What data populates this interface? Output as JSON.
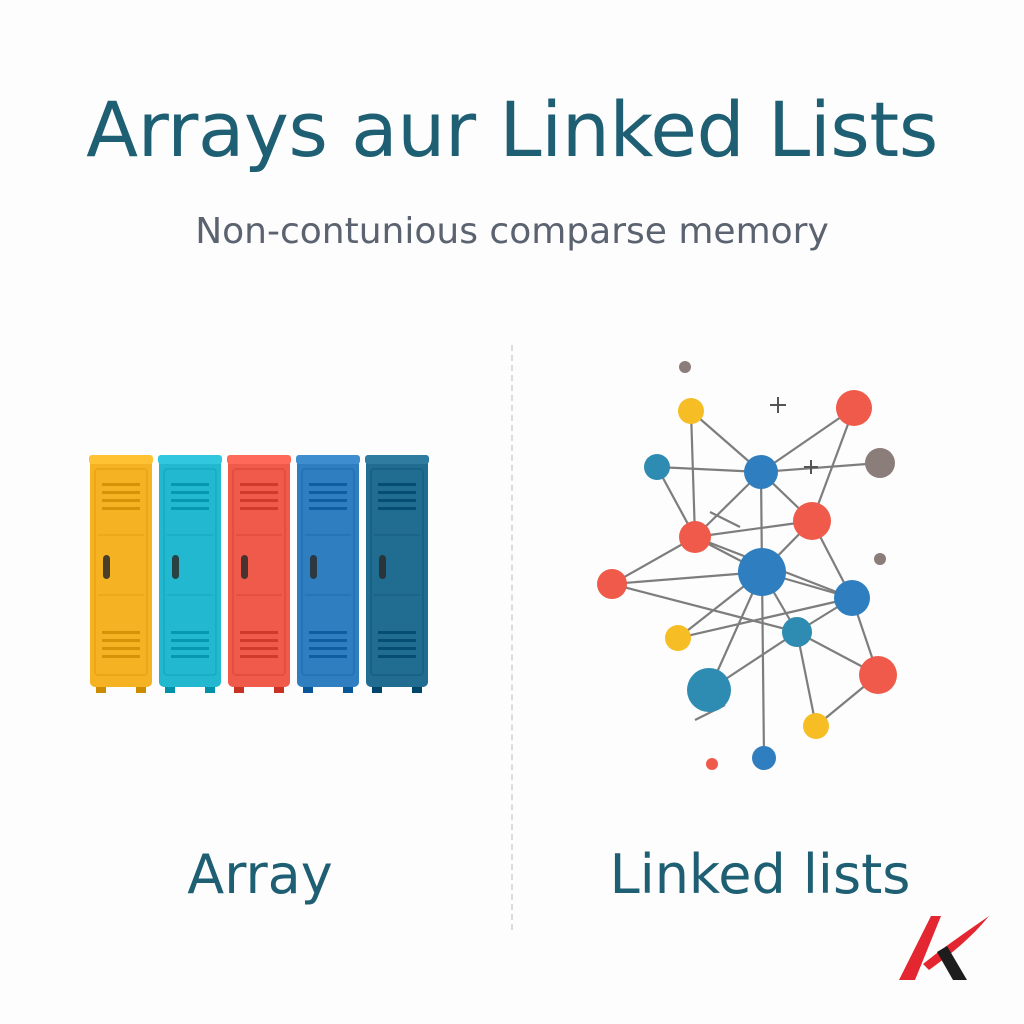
{
  "header": {
    "title": "Arrays aur Linked Lists",
    "subtitle": "Non-contunious comparse memory"
  },
  "panels": {
    "left_label": "Array",
    "right_label": "Linked lists"
  },
  "array_lockers": {
    "count": 5,
    "colors": [
      "#f5b323",
      "#22b8cf",
      "#ef5a4a",
      "#2f7ec0",
      "#216d92"
    ]
  },
  "network_colors": {
    "blue": "#2f7ec0",
    "red": "#ef5a4a",
    "yellow": "#f6bd24",
    "teal": "#2e8bb2",
    "gray": "#8b7d7a",
    "edge": "#7d7d7d"
  },
  "brand": {
    "logo_colors": [
      "#e3262f",
      "#1d1d1d"
    ]
  }
}
